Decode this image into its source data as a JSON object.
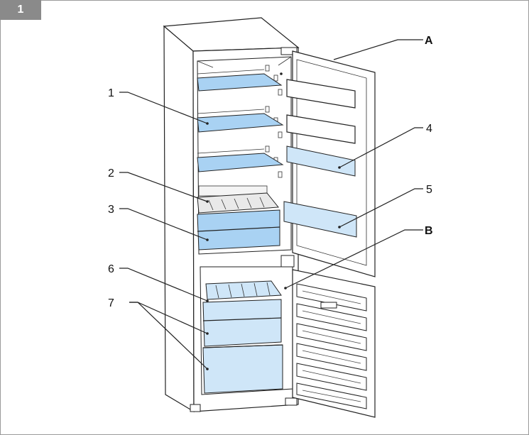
{
  "figure_number": "1",
  "callouts": {
    "c1": "1",
    "c2": "2",
    "c3": "3",
    "c4": "4",
    "c5": "5",
    "c6": "6",
    "c7": "7",
    "cA": "A",
    "cB": "B"
  }
}
